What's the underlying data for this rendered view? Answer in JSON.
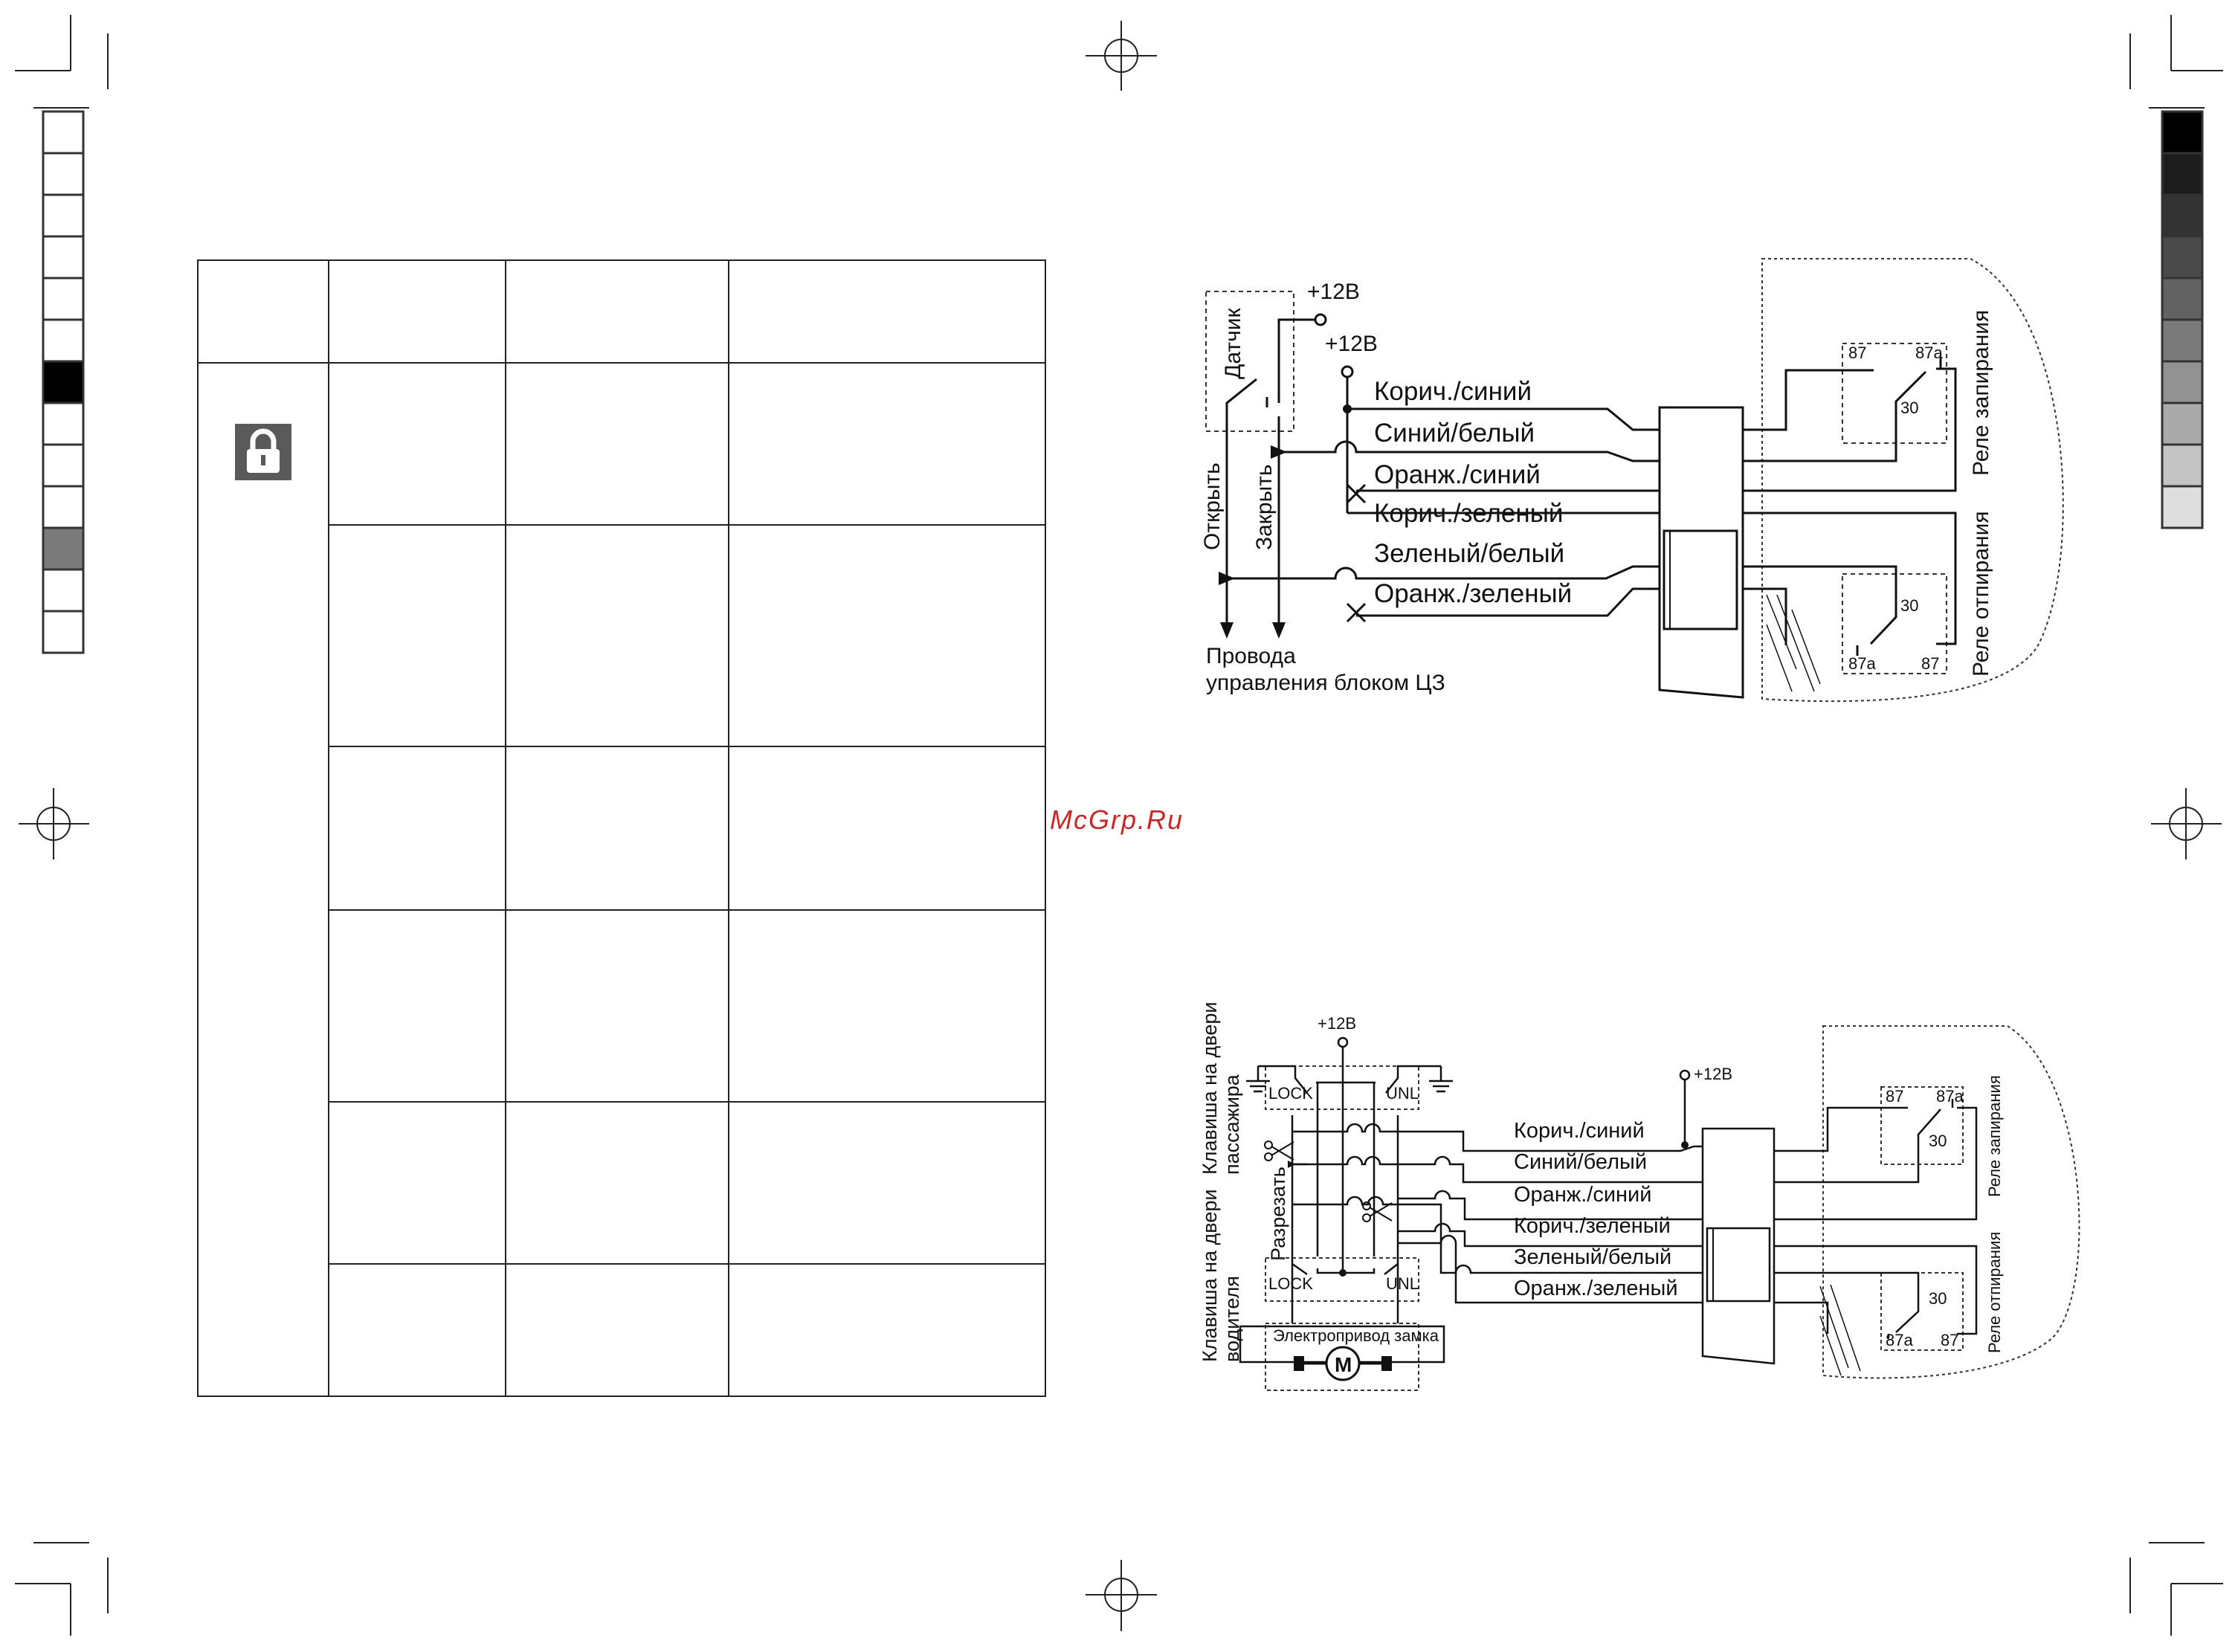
{
  "watermark": "McGrp.Ru",
  "icons": {
    "table_icon": "lock-icon"
  },
  "diagram_top": {
    "sensor_label": "Датчик",
    "plus12_a": "+12В",
    "plus12_b": "+12В",
    "wires": [
      "Корич./синий",
      "Синий/белый",
      "Оранж./синий",
      "Корич./зеленый",
      "Зеленый/белый",
      "Оранж./зеленый"
    ],
    "open_label": "Открыть",
    "close_label": "Закрыть",
    "control_label_1": "Провода",
    "control_label_2": "управления блоком ЦЗ",
    "relay_lock": "Реле запирания",
    "relay_unlock": "Реле отпирания",
    "pin_87": "87",
    "pin_87a": "87a",
    "pin_30": "30"
  },
  "diagram_bottom": {
    "plus12_a": "+12В",
    "plus12_b": "+12В",
    "passenger_key_1": "Клавиша на двери",
    "passenger_key_2": "пассажира",
    "driver_key_1": "Клавиша на двери",
    "driver_key_2": "водителя",
    "cut_label": "Разрезать",
    "lock": "LOCK",
    "unl": "UNL",
    "actuator": "Электропривод замка",
    "motor": "M",
    "wires": [
      "Корич./синий",
      "Синий/белый",
      "Оранж./синий",
      "Корич./зеленый",
      "Зеленый/белый",
      "Оранж./зеленый"
    ],
    "relay_lock": "Реле запирания",
    "relay_unlock": "Реле отпирания",
    "pin_87": "87",
    "pin_87a": "87a",
    "pin_30": "30"
  },
  "colors": {
    "ink": "#111111",
    "lock_icon_bg": "#5a5a5a",
    "watermark": "#c62828"
  }
}
